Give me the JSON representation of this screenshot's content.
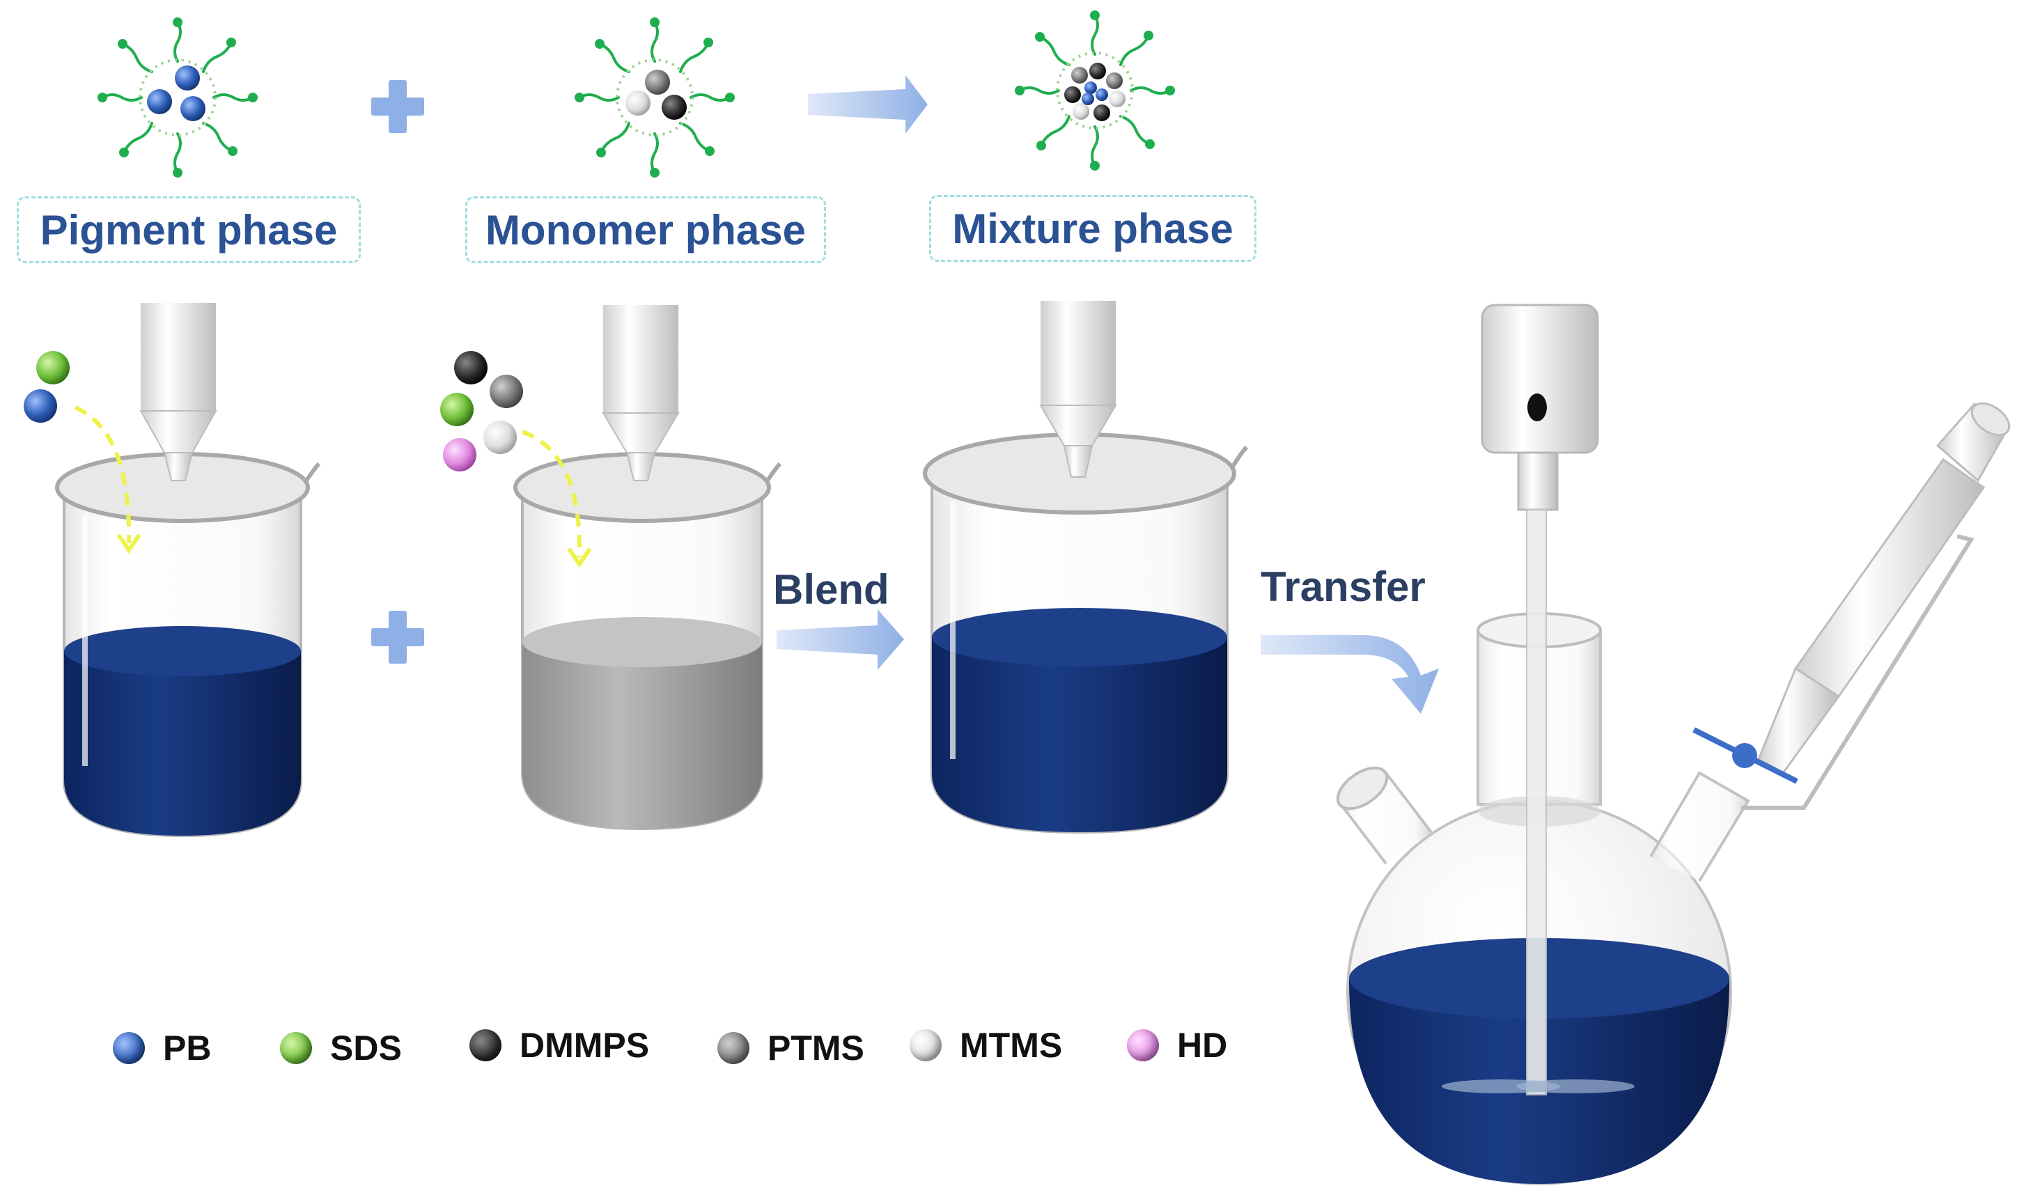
{
  "phases": {
    "pigment": "Pigment phase",
    "monomer": "Monomer phase",
    "mixture": "Mixture phase"
  },
  "steps": {
    "blend": "Blend",
    "transfer": "Transfer"
  },
  "legend": [
    {
      "label": "PB",
      "color": "#2f5fb8"
    },
    {
      "label": "SDS",
      "color": "#7cc44a"
    },
    {
      "label": "DMMPS",
      "color": "#333333"
    },
    {
      "label": "PTMS",
      "color": "#7a7a7a"
    },
    {
      "label": "MTMS",
      "color": "#e6e6e6"
    },
    {
      "label": "HD",
      "color": "#e08ae0"
    }
  ],
  "colors": {
    "pigment_liquid": "#0f2a63",
    "monomer_liquid": "#a9a9a9",
    "arrow": "#a9c0e8",
    "surfactant_tail": "#1fae4e",
    "dashed_box": "#9fdfe0",
    "label_text": "#2a5294"
  }
}
